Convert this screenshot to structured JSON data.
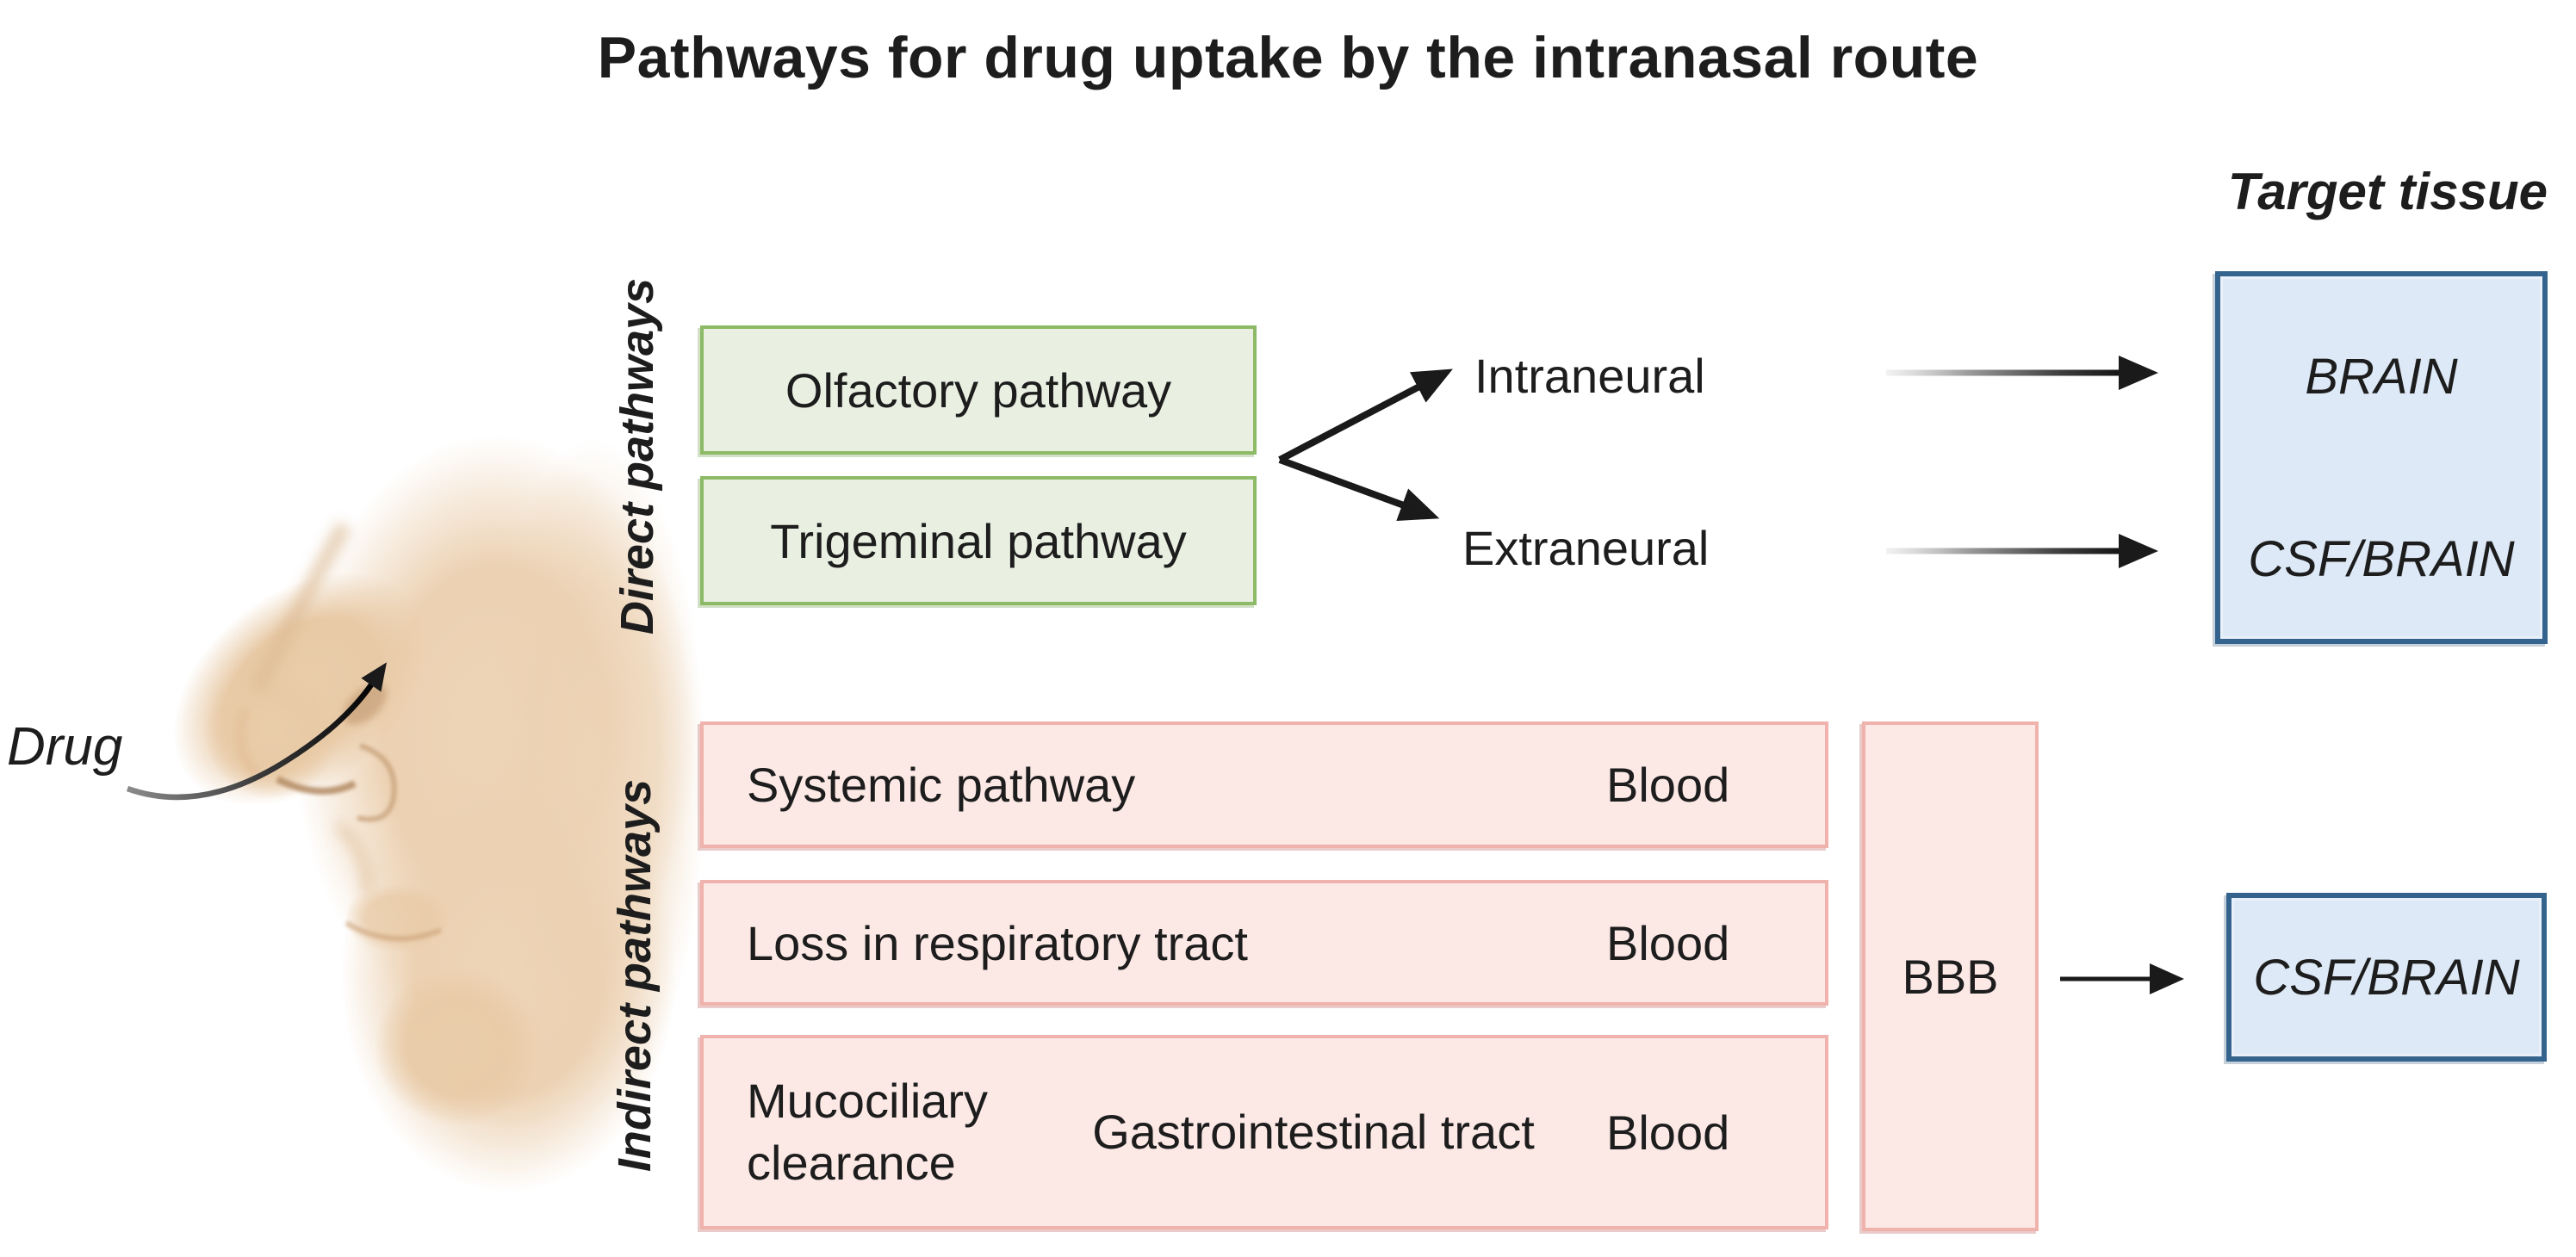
{
  "title": "Pathways for drug uptake by the intranasal route",
  "drug": {
    "label": "Drug"
  },
  "direct_section": {
    "label": "Direct pathways",
    "boxes": [
      {
        "label": "Olfactory pathway"
      },
      {
        "label": "Trigeminal pathway"
      }
    ],
    "routes": [
      {
        "label": "Intraneural"
      },
      {
        "label": "Extraneural"
      }
    ]
  },
  "indirect_section": {
    "label": "Indirect pathways",
    "rows": [
      {
        "label": "Systemic pathway",
        "result": "Blood"
      },
      {
        "label": "Loss in respiratory tract",
        "result": "Blood"
      },
      {
        "step1": "Mucociliary clearance",
        "step2": "Gastrointestinal tract",
        "result": "Blood"
      }
    ],
    "barrier": {
      "label": "BBB"
    }
  },
  "targets": {
    "heading": "Target tissue",
    "direct_box": {
      "line1": "BRAIN",
      "line2": "CSF/BRAIN"
    },
    "indirect_box": {
      "label": "CSF/BRAIN"
    }
  },
  "colors": {
    "green_fill": "#e9f0e2",
    "green_border": "#8cba66",
    "pink_fill": "#fce9e6",
    "pink_border": "#f0b2ac",
    "blue_fill": "#dde9f6",
    "blue_border": "#34638d",
    "arrow": "#1a1a1a"
  }
}
